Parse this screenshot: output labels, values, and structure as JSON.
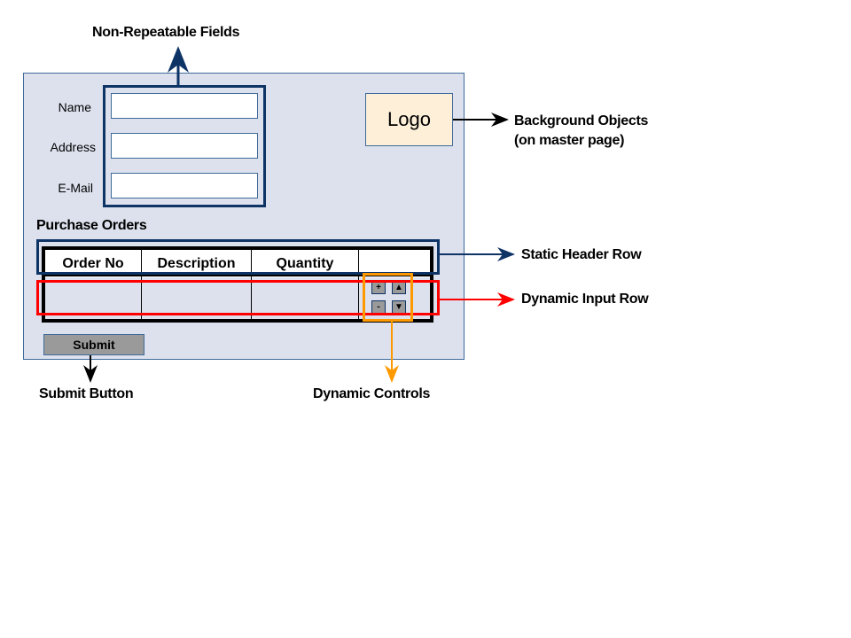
{
  "annotations": {
    "non_repeatable_fields": "Non-Repeatable Fields",
    "background_objects_line1": "Background Objects",
    "background_objects_line2": "(on master page)",
    "static_header_row": "Static Header Row",
    "dynamic_input_row": "Dynamic Input Row",
    "submit_button": "Submit Button",
    "dynamic_controls": "Dynamic Controls"
  },
  "form": {
    "fields": [
      {
        "label": "Name",
        "value": ""
      },
      {
        "label": "Address",
        "value": ""
      },
      {
        "label": "E-Mail",
        "value": ""
      }
    ],
    "logo": "Logo",
    "section_title": "Purchase Orders",
    "table": {
      "columns": [
        "Order No",
        "Description",
        "Quantity",
        ""
      ],
      "rows": [
        [
          "",
          "",
          ""
        ]
      ]
    },
    "controls": {
      "add": "+",
      "remove": "-",
      "move_up": "▲",
      "move_down": "▼"
    },
    "submit_label": "Submit"
  },
  "colors": {
    "panel_bg": "#dce1ed",
    "navy": "#0e3466",
    "red": "#ff0000",
    "orange": "#ff9900",
    "logo_bg": "#fdefd8",
    "button_gray": "#9a9a9a"
  }
}
